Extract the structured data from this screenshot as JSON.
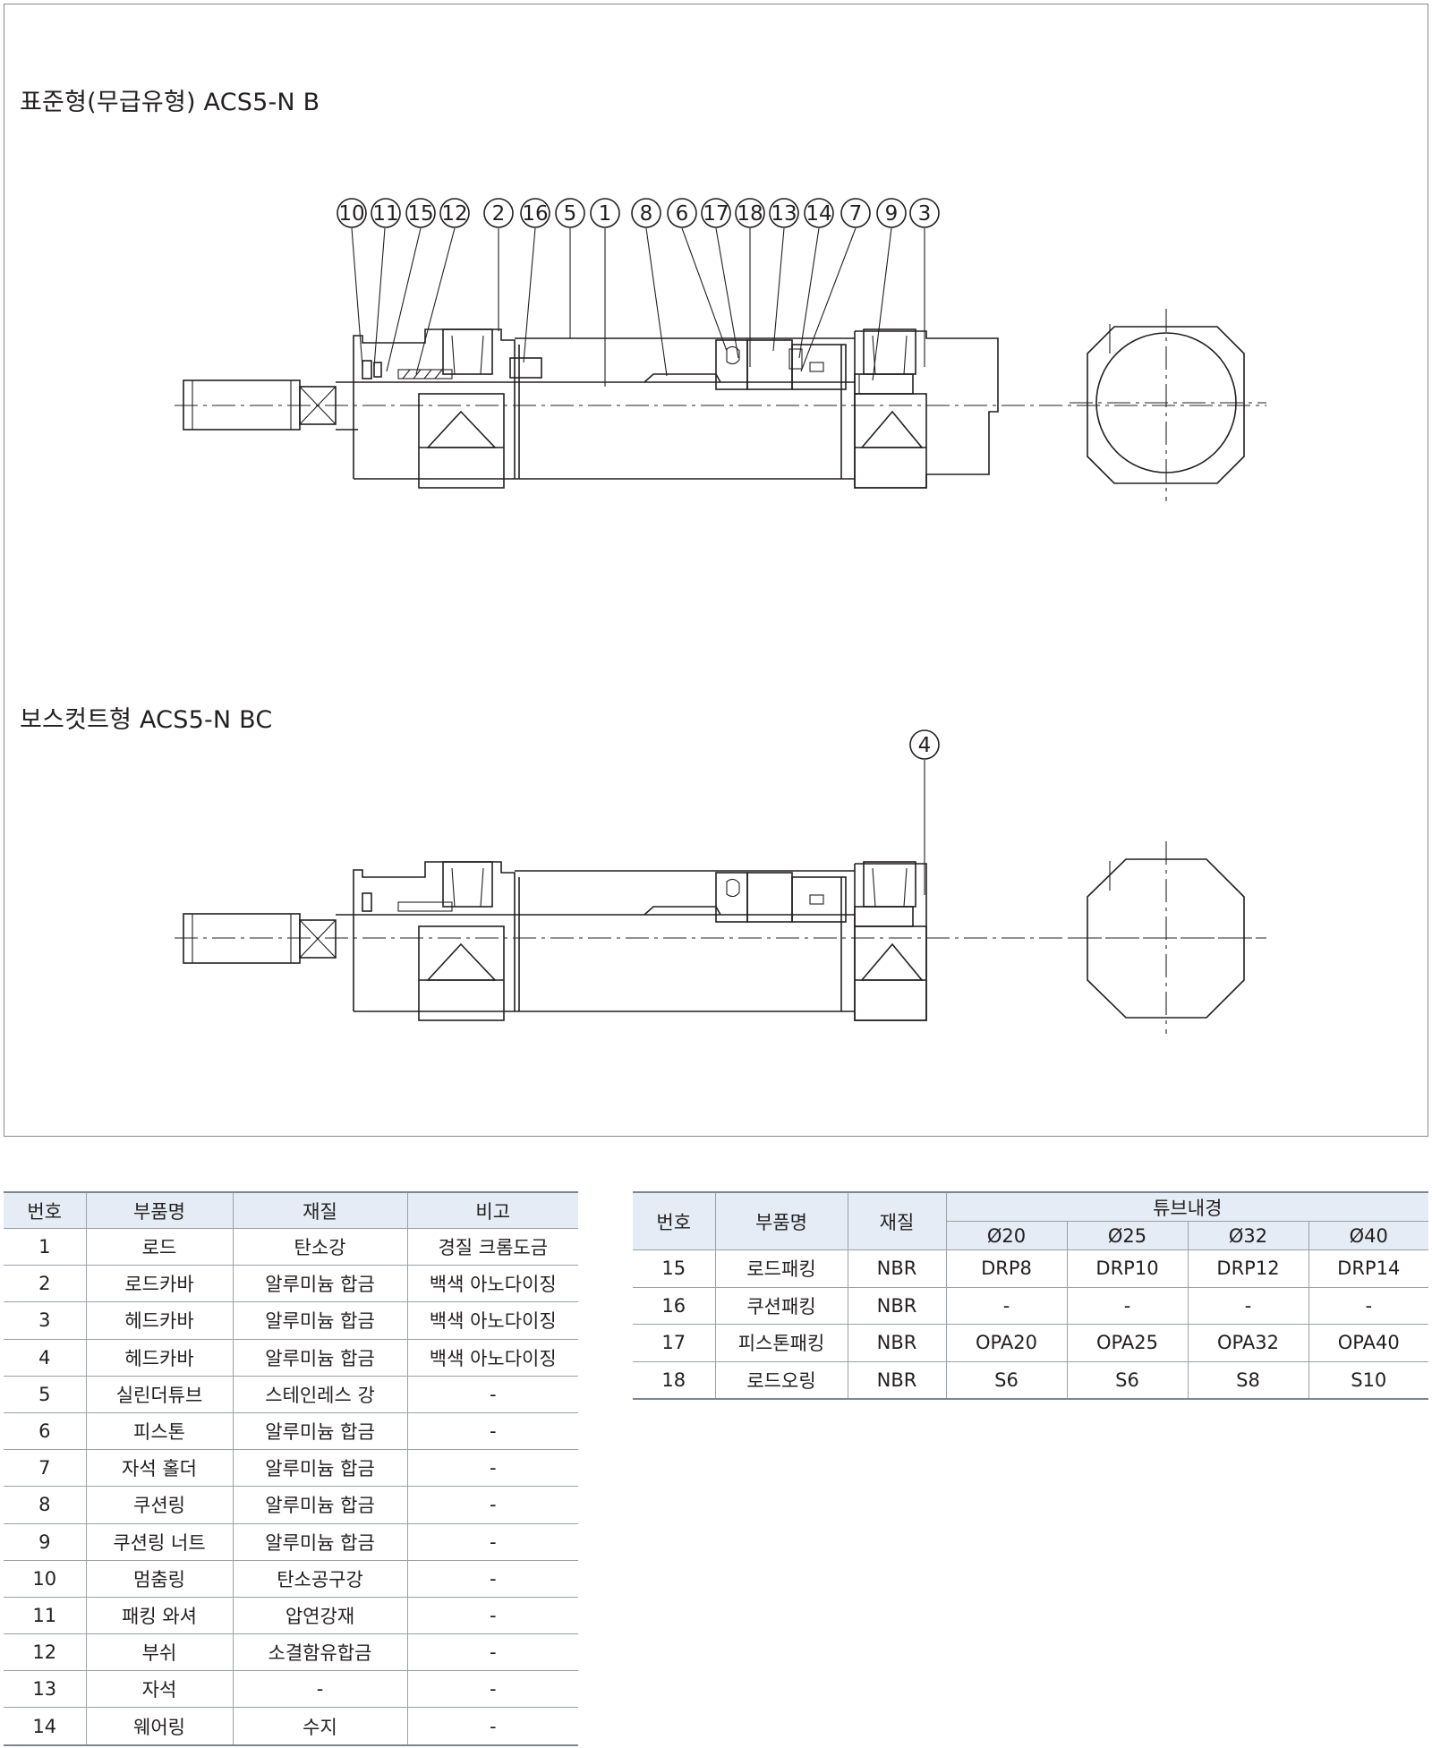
{
  "titles": {
    "standard": "표준형(무급유형) ACS5-N B",
    "boss_cut": "보스컷트형 ACS5-N BC"
  },
  "callouts": {
    "standard": [
      "10",
      "11",
      "15",
      "12",
      "2",
      "16",
      "5",
      "1",
      "8",
      "6",
      "17",
      "18",
      "13",
      "14",
      "7",
      "9",
      "3"
    ],
    "boss_cut": [
      "4"
    ]
  },
  "parts_table_left": {
    "headers": [
      "번호",
      "부품명",
      "재질",
      "비고"
    ],
    "rows": [
      [
        "1",
        "로드",
        "탄소강",
        "경질 크롬도금"
      ],
      [
        "2",
        "로드카바",
        "알루미늄 합금",
        "백색 아노다이징"
      ],
      [
        "3",
        "헤드카바",
        "알루미늄 합금",
        "백색 아노다이징"
      ],
      [
        "4",
        "헤드카바",
        "알루미늄 합금",
        "백색 아노다이징"
      ],
      [
        "5",
        "실린더튜브",
        "스테인레스 강",
        "-"
      ],
      [
        "6",
        "피스톤",
        "알루미늄 합금",
        "-"
      ],
      [
        "7",
        "자석 홀더",
        "알루미늄 합금",
        "-"
      ],
      [
        "8",
        "쿠션링",
        "알루미늄 합금",
        "-"
      ],
      [
        "9",
        "쿠션링 너트",
        "알루미늄 합금",
        "-"
      ],
      [
        "10",
        "멈춤링",
        "탄소공구강",
        "-"
      ],
      [
        "11",
        "패킹 와셔",
        "압연강재",
        "-"
      ],
      [
        "12",
        "부쉬",
        "소결함유합금",
        "-"
      ],
      [
        "13",
        "자석",
        "-",
        "-"
      ],
      [
        "14",
        "웨어링",
        "수지",
        "-"
      ]
    ]
  },
  "parts_table_right": {
    "headers": [
      "번호",
      "부품명",
      "재질"
    ],
    "group_header": "튜브내경",
    "sizes": [
      "Ø20",
      "Ø25",
      "Ø32",
      "Ø40"
    ],
    "rows": [
      [
        "15",
        "로드패킹",
        "NBR",
        "DRP8",
        "DRP10",
        "DRP12",
        "DRP14"
      ],
      [
        "16",
        "쿠션패킹",
        "NBR",
        "-",
        "-",
        "-",
        "-"
      ],
      [
        "17",
        "피스톤패킹",
        "NBR",
        "OPA20",
        "OPA25",
        "OPA32",
        "OPA40"
      ],
      [
        "18",
        "로드오링",
        "NBR",
        "S6",
        "S6",
        "S8",
        "S10"
      ]
    ]
  }
}
